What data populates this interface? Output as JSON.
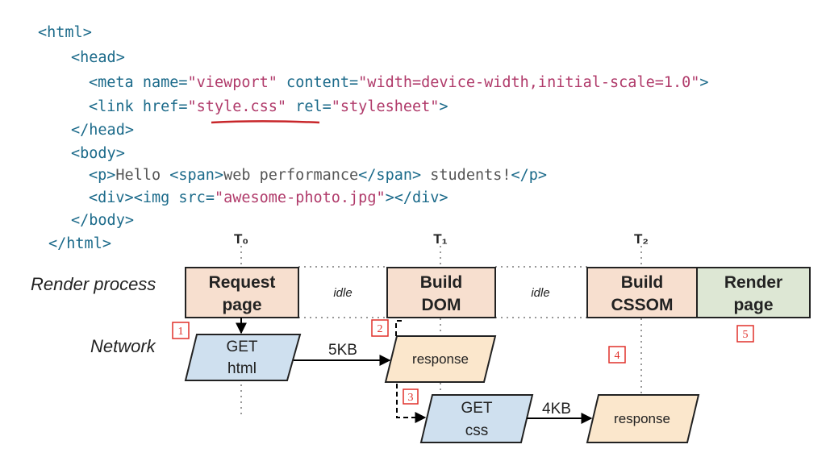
{
  "code": {
    "lines": [
      [
        {
          "t": "<html>",
          "c": "tag"
        }
      ],
      [
        {
          "t": "<head>",
          "c": "tag"
        }
      ],
      [
        {
          "t": "<meta ",
          "c": "tag"
        },
        {
          "t": "name=",
          "c": "attr"
        },
        {
          "t": "\"viewport\"",
          "c": "str"
        },
        {
          "t": " content=",
          "c": "attr"
        },
        {
          "t": "\"width=device-width,initial-scale=1.0\"",
          "c": "str"
        },
        {
          "t": ">",
          "c": "tag"
        }
      ],
      [
        {
          "t": "<link ",
          "c": "tag"
        },
        {
          "t": "href=",
          "c": "attr"
        },
        {
          "t": "\"style.css\"",
          "c": "str"
        },
        {
          "t": " rel=",
          "c": "attr"
        },
        {
          "t": "\"stylesheet\"",
          "c": "str"
        },
        {
          "t": ">",
          "c": "tag"
        }
      ],
      [
        {
          "t": "</head>",
          "c": "tag"
        }
      ],
      [
        {
          "t": "<body>",
          "c": "tag"
        }
      ],
      [
        {
          "t": "<p>",
          "c": "tag"
        },
        {
          "t": "Hello ",
          "c": "txt"
        },
        {
          "t": "<span>",
          "c": "tag"
        },
        {
          "t": "web performance",
          "c": "txt"
        },
        {
          "t": "</span>",
          "c": "tag"
        },
        {
          "t": " students!",
          "c": "txt"
        },
        {
          "t": "</p>",
          "c": "tag"
        }
      ],
      [
        {
          "t": "<div>",
          "c": "tag"
        },
        {
          "t": "<img ",
          "c": "tag"
        },
        {
          "t": "src=",
          "c": "attr"
        },
        {
          "t": "\"awesome-photo.jpg\"",
          "c": "str"
        },
        {
          "t": ">",
          "c": "tag"
        },
        {
          "t": "</div>",
          "c": "tag"
        }
      ],
      [
        {
          "t": "</body>",
          "c": "tag"
        }
      ],
      [
        {
          "t": "</html>",
          "c": "tag"
        }
      ]
    ]
  },
  "timeline": {
    "t0": "T₀",
    "t1": "T₁",
    "t2": "T₂",
    "row_render": "Render process",
    "row_network": "Network",
    "idle": "idle",
    "process": {
      "request_page": [
        "Request",
        "page"
      ],
      "build_dom": [
        "Build",
        "DOM"
      ],
      "build_cssom": [
        "Build",
        "CSSOM"
      ],
      "render_page": [
        "Render",
        "page"
      ]
    },
    "network": {
      "get_html": [
        "GET",
        "html"
      ],
      "response1": "response",
      "get_css": [
        "GET",
        "css"
      ],
      "response2": "response"
    },
    "size_html": "5KB",
    "size_css": "4KB",
    "markers": [
      "1",
      "2",
      "3",
      "4",
      "5"
    ]
  },
  "colors": {
    "process_fill": "#f7dfcf",
    "render_fill": "#dde7d4",
    "get_fill": "#cfe0ef",
    "response_fill": "#fbe7cc",
    "marker_red": "#e0302a",
    "underline_red": "#c8262a"
  }
}
